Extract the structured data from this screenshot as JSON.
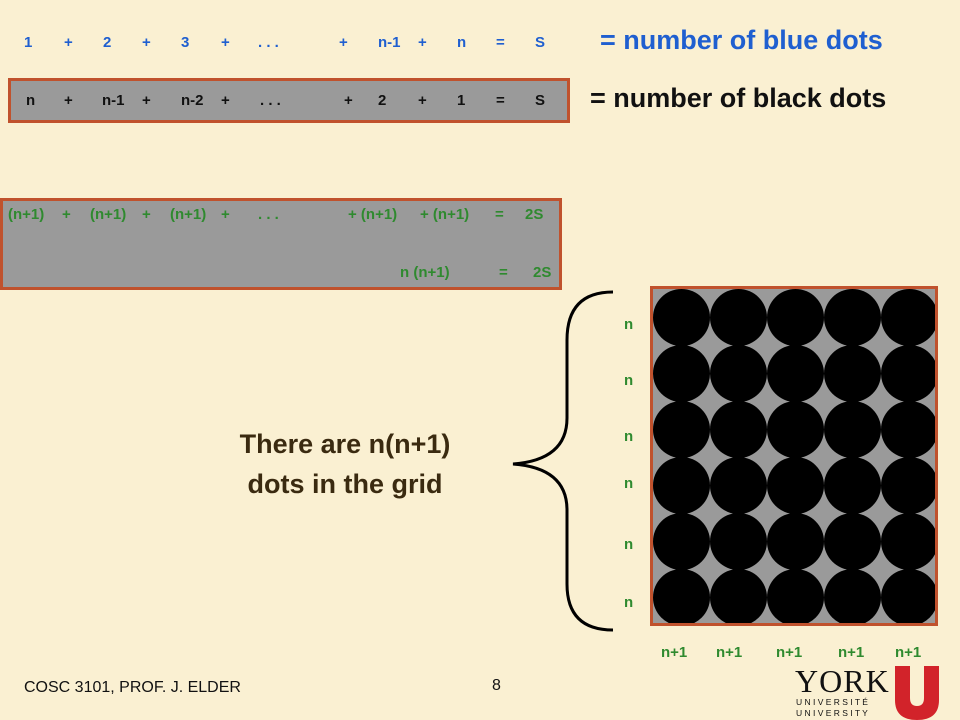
{
  "row1": {
    "tokens": [
      "1",
      "+",
      "2",
      "+",
      "3",
      "+",
      ". . .",
      "+",
      "n-1",
      "+",
      "n",
      "=",
      "S"
    ],
    "heading": "= number of blue dots"
  },
  "row2": {
    "tokens": [
      "n",
      "+",
      "n-1",
      "+",
      "n-2",
      "+",
      ". . .",
      "+",
      "2",
      "+",
      "1",
      "=",
      "S"
    ],
    "heading": "= number of black dots"
  },
  "sum_row": {
    "tokens": [
      "(n+1)",
      "+",
      "(n+1)",
      "+",
      "(n+1)",
      "+",
      ". . .",
      "+ (n+1)",
      "+ (n+1)",
      "=",
      "2S"
    ]
  },
  "result_row": {
    "tokens": [
      "n (n+1)",
      "=",
      "2S"
    ]
  },
  "caption": {
    "line1": "There are n(n+1)",
    "line2": "dots in the grid"
  },
  "grid": {
    "rows": 6,
    "cols": 5,
    "row_label": "n",
    "col_label": "n+1",
    "dot_color": "#000000",
    "background_color": "#9a9a9a",
    "border_color": "#c0522d"
  },
  "footer": {
    "course": "COSC 3101, PROF. J. ELDER",
    "page_number": "8"
  },
  "logo": {
    "name": "york-university-logo",
    "text": "YORK",
    "subtext_1": "U N I V E R S I T É",
    "subtext_2": "U N I V E R S I T Y"
  },
  "colors": {
    "blue": "#1f5fd0",
    "green": "#2f8a2f",
    "accent_border": "#c0522d",
    "background": "#faf0d2",
    "york_red": "#d2232a"
  }
}
